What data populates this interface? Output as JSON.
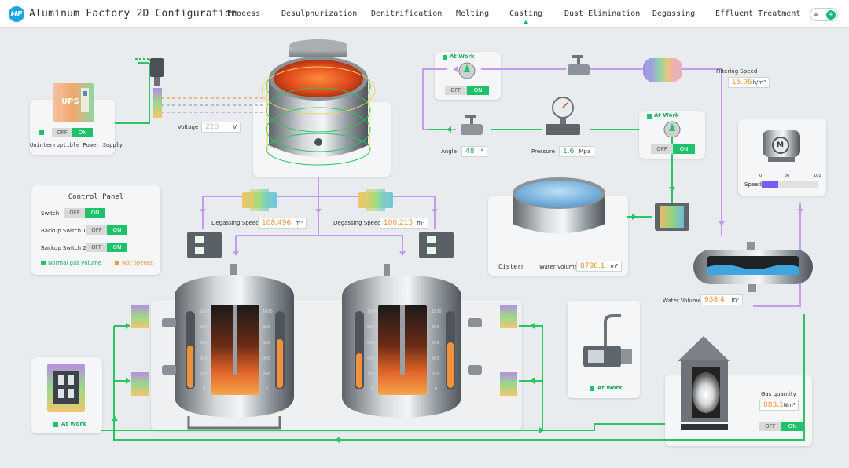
{
  "app": {
    "logo": "HF",
    "title": "Aluminum Factory 2D Configuration"
  },
  "nav": {
    "tabs": [
      {
        "label": "Process"
      },
      {
        "label": "Desulphurization"
      },
      {
        "label": "Denitrification"
      },
      {
        "label": "Melting"
      },
      {
        "label": "Casting"
      },
      {
        "label": "Dust Elimination"
      },
      {
        "label": "Degassing"
      },
      {
        "label": "Effluent Treatment"
      }
    ],
    "active_tab": "Casting",
    "toggle_symbol": "+"
  },
  "ups": {
    "device_label": "UPS",
    "caption": "Uninterruptible Power Supply",
    "switch": {
      "off": "OFF",
      "on": "ON"
    }
  },
  "voltage": {
    "label": "Voltage",
    "value": "220",
    "unit": "V"
  },
  "control_panel": {
    "title": "Control Panel",
    "rows": [
      {
        "label": "Switch",
        "off": "OFF",
        "on": "ON"
      },
      {
        "label": "Backup Switch 1",
        "off": "OFF",
        "on": "ON"
      },
      {
        "label": "Backup Switch 2",
        "off": "OFF",
        "on": "ON"
      }
    ],
    "legend": {
      "normal": "Normal gas volume",
      "not_opened": "Not opened"
    }
  },
  "degassing_left": {
    "label": "Degassing Speed",
    "value": "108.496",
    "unit": "m³"
  },
  "degassing_right": {
    "label": "Degassing Speed",
    "value": "100.215",
    "unit": "m³"
  },
  "furnace_scale": [
    "1000",
    "800",
    "600",
    "400",
    "200",
    "0"
  ],
  "valve_top": {
    "status": "At Work",
    "off": "OFF",
    "on": "ON"
  },
  "valve_mid": {
    "status": "At Work",
    "off": "OFF",
    "on": "ON"
  },
  "angle": {
    "label": "Angle",
    "value": "48",
    "unit": "°"
  },
  "pressure": {
    "label": "Pressure",
    "value": "1.6",
    "unit": "Mpa"
  },
  "filtering": {
    "label": "Filtering Speed",
    "value": "15.96",
    "unit": "h/m³"
  },
  "motor": {
    "label": "Speed",
    "scale": [
      "0",
      "50",
      "100"
    ],
    "value": 0.3,
    "motor_letter": "M"
  },
  "cistern": {
    "name": "Cistern",
    "label": "Water Volume",
    "value": "8798.1",
    "unit": "m³"
  },
  "tank": {
    "label": "Water Volume",
    "value": "938.4",
    "unit": "m³"
  },
  "pump": {
    "status": "At Work"
  },
  "left_device": {
    "status": "At Work"
  },
  "gas": {
    "label": "Gas quantity",
    "value": "883.1",
    "unit": "Nm³",
    "off": "OFF",
    "on": "ON"
  },
  "colors": {
    "accent": "#20c16b",
    "value": "#f0923c",
    "pipe_purple": "#c79af0",
    "pipe_green": "#2bc463"
  }
}
